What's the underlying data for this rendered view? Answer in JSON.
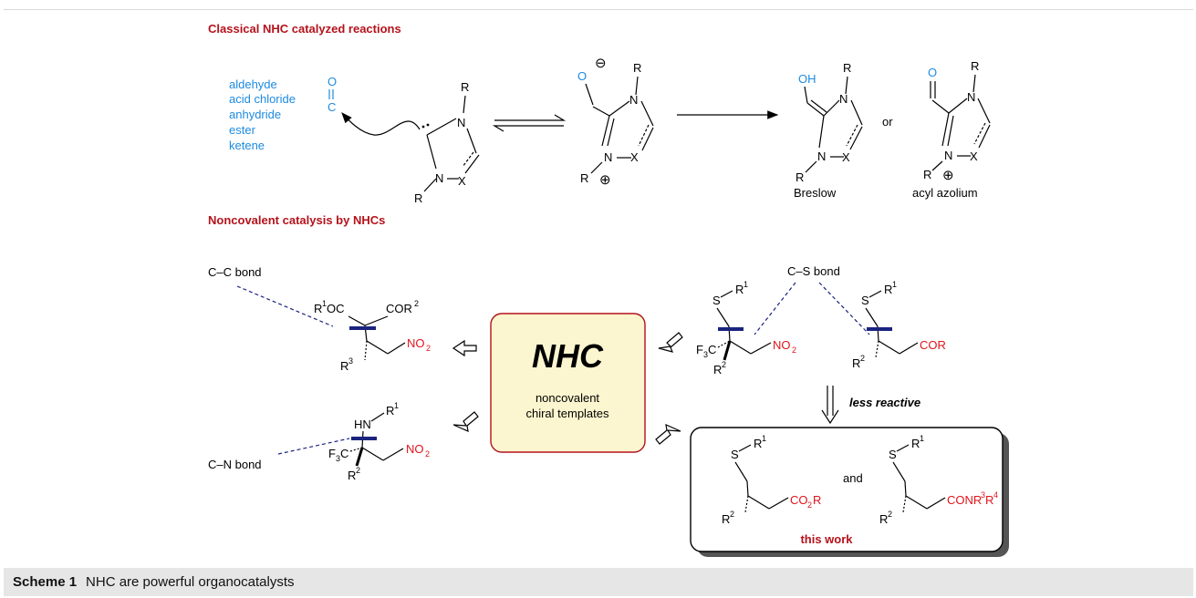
{
  "sections": {
    "classical_title": "Classical NHC catalyzed reactions",
    "noncovalent_title": "Noncovalent catalysis by NHCs"
  },
  "substrates": [
    "aldehyde",
    "acid chloride",
    "anhydride",
    "ester",
    "ketene"
  ],
  "atoms": {
    "O": "O",
    "C": "C",
    "N": "N",
    "R": "R",
    "X": "X",
    "S": "S",
    "HN": "HN",
    "OH": "OH",
    "plus": "⊕",
    "minus": "⊖",
    "R1": "1",
    "R2": "2",
    "R3": "3",
    "R4": "4"
  },
  "labels": {
    "or": "or",
    "breslow": "Breslow",
    "acyl_azolium": "acyl azolium",
    "cc_bond": "C–C bond",
    "cn_bond": "C–N bond",
    "cs_bond": "C–S bond",
    "less_reactive": "less reactive",
    "and": "and",
    "this_work": "this work"
  },
  "groups": {
    "R1OC": "OC",
    "COR2": "COR",
    "NO2": "NO",
    "NO2_sub": "2",
    "F3C": "F",
    "F3C_sub": "3",
    "F3C_tail": "C",
    "COR": "COR",
    "CO2R_a": "CO",
    "CO2R_sub": "2",
    "CO2R_b": "R",
    "CONR": "CONR"
  },
  "center": {
    "title": "NHC",
    "line1": "noncovalent",
    "line2": "chiral templates"
  },
  "caption": {
    "label": "Scheme 1",
    "text": "NHC are powerful organocatalysts"
  },
  "colors": {
    "red": "#b5121b",
    "blue": "#1e8be0",
    "navy": "#1a237e",
    "center_fill": "#fbf6cf",
    "center_border": "#b5121b"
  }
}
